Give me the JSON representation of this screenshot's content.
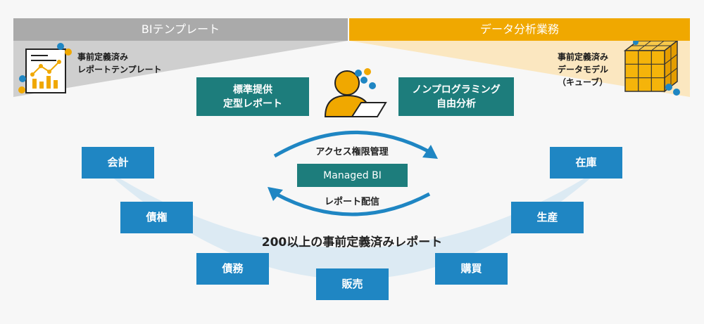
{
  "headers": {
    "bi": "BIテンプレート",
    "data_analysis": "データ分析業務"
  },
  "left_label": {
    "line1": "事前定義済み",
    "line2": "レポートテンプレート"
  },
  "right_label": {
    "line1": "事前定義済み",
    "line2": "データモデル",
    "line3": "（キューブ）"
  },
  "teal_boxes": {
    "standard": {
      "line1": "標準提供",
      "line2": "定型レポート"
    },
    "nonprog": {
      "line1": "ノンプログラミング",
      "line2": "自由分析"
    },
    "managed": "Managed BI"
  },
  "cycle_labels": {
    "top": "アクセス権限管理",
    "bottom": "レポート配信"
  },
  "arc_label": "200以上の事前定義済みレポート",
  "modules": {
    "accounting": "会計",
    "receivables": "債権",
    "payables": "債務",
    "sales": "販売",
    "purchasing": "購買",
    "production": "生産",
    "inventory": "在庫"
  },
  "colors": {
    "bi_header": "#aaaaaa",
    "data_header": "#f0a800",
    "teal": "#1d7d7c",
    "module_blue": "#1f86c3",
    "arc": "#dceaf3",
    "cube": "#f5b40a"
  }
}
